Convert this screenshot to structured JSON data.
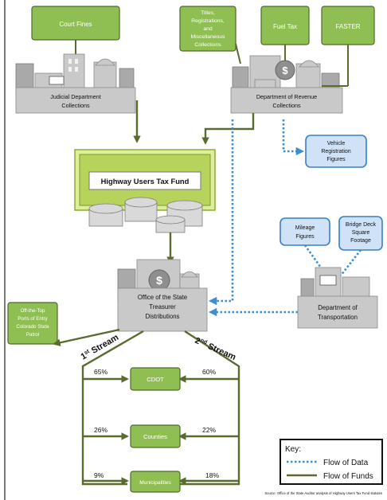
{
  "sources": {
    "court_fines": "Court Fines",
    "titles": [
      "Titles,",
      "Registrations,",
      "and",
      "Miscellaneous",
      "Collections"
    ],
    "fuel_tax": "Fuel Tax",
    "faster": "FASTER"
  },
  "entities": {
    "judicial": [
      "Judicial Department",
      "Collections"
    ],
    "revenue": [
      "Department of Revenue",
      "Collections"
    ],
    "treasurer": [
      "Office of the State",
      "Treasurer",
      "Distributions"
    ],
    "transportation": [
      "Department of",
      "Transportation"
    ]
  },
  "fund": {
    "name": "Highway Users Tax Fund"
  },
  "data_items": {
    "vehicle_reg": [
      "Vehicle",
      "Registration",
      "Figures"
    ],
    "mileage": [
      "Mileage",
      "Figures"
    ],
    "bridge": [
      "Bridge Deck",
      "Square",
      "Footage"
    ]
  },
  "off_the_top": [
    "Off-the-Top",
    "Ports of Entry",
    "Colorado State",
    "Patrol"
  ],
  "streams": {
    "first": {
      "num": "1",
      "sup": "st",
      "word": " Stream"
    },
    "second": {
      "num": "2",
      "sup": "nd",
      "word": " Stream"
    }
  },
  "recipients": [
    {
      "name": "CDOT",
      "first_pct": "65%",
      "second_pct": "60%"
    },
    {
      "name": "Counties",
      "first_pct": "26%",
      "second_pct": "22%"
    },
    {
      "name": "Municipalities",
      "first_pct": "9%",
      "second_pct": "18%"
    }
  ],
  "key": {
    "title": "Key:",
    "data_label": "Flow of Data",
    "funds_label": "Flow of Funds"
  },
  "source_note": "Source: Office of the State Auditor analysis of Highway Users Tax Fund statutes",
  "colors": {
    "green_box": "#8fbf52",
    "blue_box": "#cfe2f7",
    "funds_line": "#5a6b2f",
    "data_line": "#3a8fd0"
  }
}
